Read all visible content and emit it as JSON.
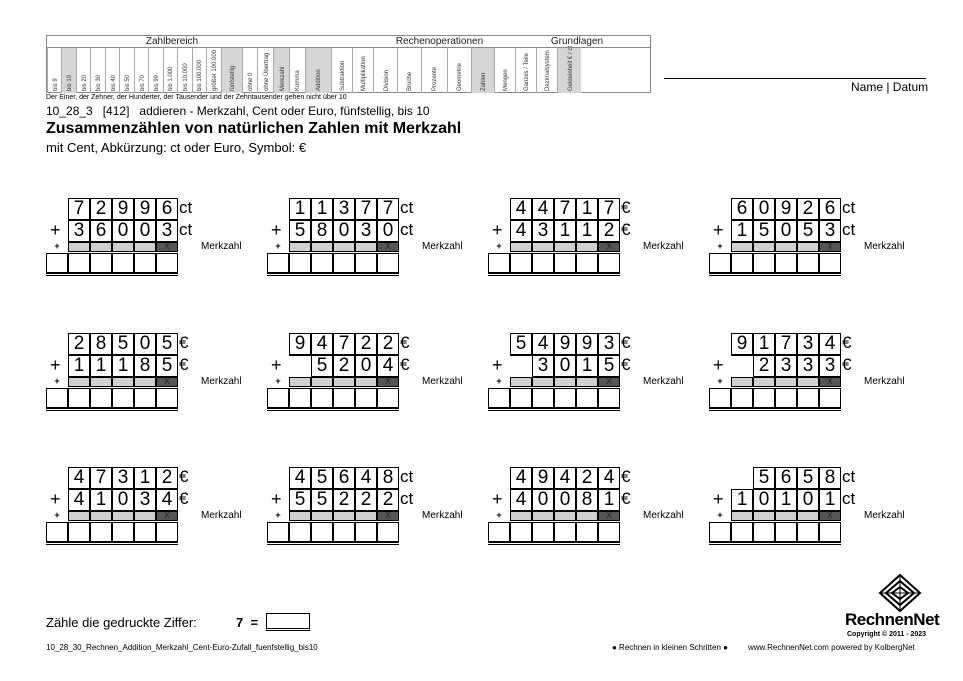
{
  "header": {
    "groups": [
      "Zahlbereich",
      "Rechenoperationen",
      "Grundlagen"
    ],
    "columns": [
      {
        "label": "bis 9",
        "shade": false
      },
      {
        "label": "bis 10",
        "shade": true
      },
      {
        "label": "bis 20",
        "shade": false
      },
      {
        "label": "bis 30",
        "shade": false
      },
      {
        "label": "bis 40",
        "shade": false
      },
      {
        "label": "bis 50",
        "shade": false
      },
      {
        "label": "bis 70",
        "shade": false
      },
      {
        "label": "bis 99",
        "shade": false
      },
      {
        "label": "bis 1.000",
        "shade": false
      },
      {
        "label": "bis 10.000",
        "shade": false
      },
      {
        "label": "bis 100.000",
        "shade": false
      },
      {
        "label": "größer 100.000",
        "shade": false
      },
      {
        "label": "fünfstellig",
        "shade": true
      },
      {
        "label": "ohne 0",
        "shade": false
      },
      {
        "label": "ohne Übertrag",
        "shade": false
      },
      {
        "label": "Merkzahl",
        "shade": true
      },
      {
        "label": "Komma",
        "shade": false
      },
      {
        "label": "Addition",
        "shade": true
      },
      {
        "label": "Subtraktion",
        "shade": false
      },
      {
        "label": "Multiplikation",
        "shade": false
      },
      {
        "label": "Division",
        "shade": false
      },
      {
        "label": "Brüche",
        "shade": false
      },
      {
        "label": "Prozente",
        "shade": false
      },
      {
        "label": "Geometrie",
        "shade": false
      },
      {
        "label": "Zahlen",
        "shade": true
      },
      {
        "label": "Mengen",
        "shade": false
      },
      {
        "label": "Ganzes / Teile",
        "shade": false
      },
      {
        "label": "Dezimalsystem",
        "shade": false
      },
      {
        "label": "Geldeinheit € / ct",
        "shade": true
      }
    ],
    "note": "Der Einer, der Zehner, der Hunderter, der Tausender und der Zehntausender gehen nicht über 10"
  },
  "name_datum": "Name | Datum",
  "code_line": "10_28_3   [412]   addieren - Merkzahl, Cent oder Euro, fünfstellig, bis 10",
  "title": "Zusammenzählen von natürlichen Zahlen mit Merkzahl",
  "subtitle": "mit Cent, Abkürzung: ct oder Euro, Symbol: €",
  "merkzahl_label": "Merkzahl",
  "tasks": [
    {
      "a": "72996",
      "au": "ct",
      "b": "36003",
      "bu": "ct"
    },
    {
      "a": "11377",
      "au": "ct",
      "b": "58030",
      "bu": "ct"
    },
    {
      "a": "44717",
      "au": "€",
      "b": "43112",
      "bu": "€"
    },
    {
      "a": "60926",
      "au": "ct",
      "b": "15053",
      "bu": "ct"
    },
    {
      "a": "28505",
      "au": "€",
      "b": "11185",
      "bu": "€"
    },
    {
      "a": "94722",
      "au": "€",
      "b": " 5204",
      "bu": "€"
    },
    {
      "a": "54993",
      "au": "€",
      "b": " 3015",
      "bu": "€"
    },
    {
      "a": "91734",
      "au": "€",
      "b": " 2333",
      "bu": "€"
    },
    {
      "a": "47312",
      "au": "€",
      "b": "41034",
      "bu": "€"
    },
    {
      "a": "45648",
      "au": "ct",
      "b": "55222",
      "bu": "ct"
    },
    {
      "a": "49424",
      "au": "€",
      "b": "40081",
      "bu": "€"
    },
    {
      "a": " 5658",
      "au": "ct",
      "b": "10101",
      "bu": "ct"
    }
  ],
  "count_label": "Zähle die gedruckte Ziffer:",
  "count_digit": "7  =",
  "logo_text": "RechnenNet",
  "copyright": "Copyright © 2011 - 2023",
  "footer_left": "10_28_30_Rechnen_Addition_Merkzahl_Cent-Euro-Zufall_fuenfstellig_bis10",
  "footer_mid": "● Rechnen in kleinen Schritten ●",
  "footer_right": "www.RechnenNet.com powered by KolbergNet"
}
